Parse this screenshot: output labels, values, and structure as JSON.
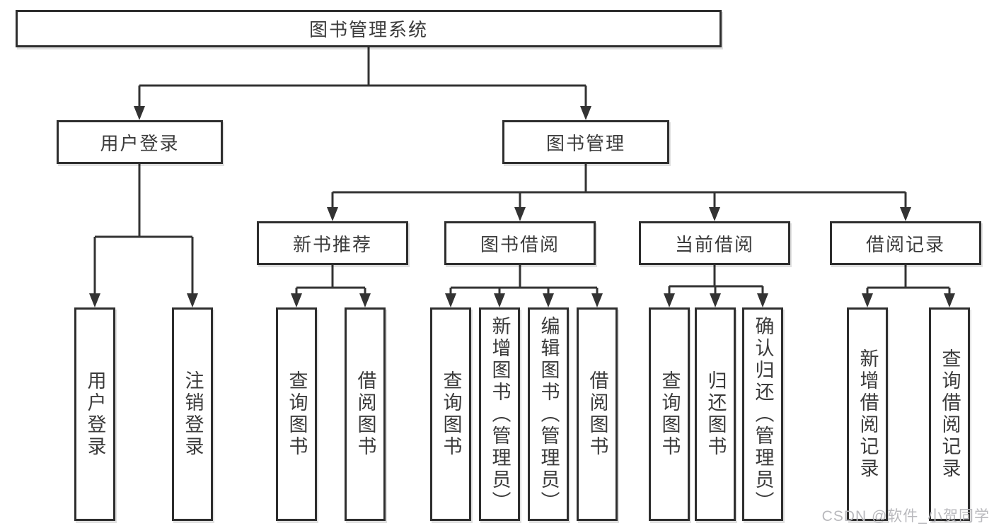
{
  "diagram": {
    "root": {
      "label": "图书管理系统",
      "children": [
        {
          "label": "用户登录",
          "children": [
            {
              "label": "用户登录"
            },
            {
              "label": "注销登录"
            }
          ]
        },
        {
          "label": "图书管理",
          "children": [
            {
              "label": "新书推荐",
              "children": [
                {
                  "label": "查询图书"
                },
                {
                  "label": "借阅图书"
                }
              ]
            },
            {
              "label": "图书借阅",
              "children": [
                {
                  "label": "查询图书"
                },
                {
                  "label": "新增图书（管理员）"
                },
                {
                  "label": "编辑图书（管理员）"
                },
                {
                  "label": "借阅图书"
                }
              ]
            },
            {
              "label": "当前借阅",
              "children": [
                {
                  "label": "查询图书"
                },
                {
                  "label": "归还图书"
                },
                {
                  "label": "确认归还（管理员）"
                }
              ]
            },
            {
              "label": "借阅记录",
              "children": [
                {
                  "label": "新增借阅记录"
                },
                {
                  "label": "查询借阅记录"
                }
              ]
            }
          ]
        }
      ]
    },
    "colors": {
      "line": "#333333",
      "box_border": "#2e2e2e",
      "text": "#3b3b3b",
      "watermark": "#b9b9bd",
      "background": "#ffffff"
    }
  },
  "watermark": "CSDN @软件_小贺同学"
}
